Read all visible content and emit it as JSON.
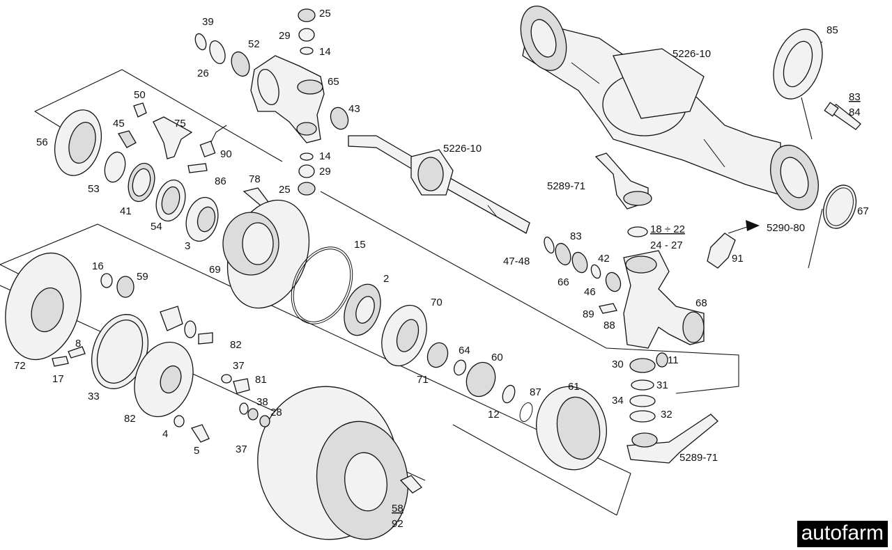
{
  "watermark": "autofarm",
  "labels": [
    {
      "id": "l39",
      "text": "39"
    },
    {
      "id": "l25a",
      "text": "25"
    },
    {
      "id": "l29a",
      "text": "29"
    },
    {
      "id": "l14a",
      "text": "14"
    },
    {
      "id": "l52",
      "text": "52"
    },
    {
      "id": "l26",
      "text": "26"
    },
    {
      "id": "l65",
      "text": "65"
    },
    {
      "id": "l43",
      "text": "43"
    },
    {
      "id": "l50",
      "text": "50"
    },
    {
      "id": "l75",
      "text": "75"
    },
    {
      "id": "l45",
      "text": "45"
    },
    {
      "id": "l56",
      "text": "56"
    },
    {
      "id": "l90",
      "text": "90"
    },
    {
      "id": "l14b",
      "text": "14"
    },
    {
      "id": "l29b",
      "text": "29"
    },
    {
      "id": "l25b",
      "text": "25"
    },
    {
      "id": "l53",
      "text": "53"
    },
    {
      "id": "l86",
      "text": "86"
    },
    {
      "id": "l78",
      "text": "78"
    },
    {
      "id": "l41",
      "text": "41"
    },
    {
      "id": "l54",
      "text": "54"
    },
    {
      "id": "l3",
      "text": "3"
    },
    {
      "id": "l69",
      "text": "69"
    },
    {
      "id": "l15",
      "text": "15"
    },
    {
      "id": "l2",
      "text": "2"
    },
    {
      "id": "l70",
      "text": "70"
    },
    {
      "id": "l16",
      "text": "16"
    },
    {
      "id": "l59",
      "text": "59"
    },
    {
      "id": "l72",
      "text": "72"
    },
    {
      "id": "l8",
      "text": "8"
    },
    {
      "id": "l17",
      "text": "17"
    },
    {
      "id": "l33",
      "text": "33"
    },
    {
      "id": "l82a",
      "text": "82"
    },
    {
      "id": "l37a",
      "text": "37"
    },
    {
      "id": "l81",
      "text": "81"
    },
    {
      "id": "l82b",
      "text": "82"
    },
    {
      "id": "l38",
      "text": "38"
    },
    {
      "id": "l28",
      "text": "28"
    },
    {
      "id": "l4",
      "text": "4"
    },
    {
      "id": "l5",
      "text": "5"
    },
    {
      "id": "l37b",
      "text": "37"
    },
    {
      "id": "l64",
      "text": "64"
    },
    {
      "id": "l71",
      "text": "71"
    },
    {
      "id": "l60",
      "text": "60"
    },
    {
      "id": "l87",
      "text": "87"
    },
    {
      "id": "l12",
      "text": "12"
    },
    {
      "id": "l61",
      "text": "61"
    },
    {
      "id": "l58",
      "text": "58"
    },
    {
      "id": "l92",
      "text": "92"
    },
    {
      "id": "l522610a",
      "text": "5226-10"
    },
    {
      "id": "l522610b",
      "text": "5226-10"
    },
    {
      "id": "l85",
      "text": "85"
    },
    {
      "id": "l83a",
      "text": "83"
    },
    {
      "id": "l84",
      "text": "84"
    },
    {
      "id": "l528971a",
      "text": "5289-71"
    },
    {
      "id": "l67",
      "text": "67"
    },
    {
      "id": "l529080",
      "text": "5290-80"
    },
    {
      "id": "l1822",
      "text": "18 ÷ 22"
    },
    {
      "id": "l2427",
      "text": "24 - 27"
    },
    {
      "id": "l4748",
      "text": "47-48"
    },
    {
      "id": "l83b",
      "text": "83"
    },
    {
      "id": "l42",
      "text": "42"
    },
    {
      "id": "l66",
      "text": "66"
    },
    {
      "id": "l46",
      "text": "46"
    },
    {
      "id": "l91",
      "text": "91"
    },
    {
      "id": "l68",
      "text": "68"
    },
    {
      "id": "l89",
      "text": "89"
    },
    {
      "id": "l88",
      "text": "88"
    },
    {
      "id": "l30",
      "text": "30"
    },
    {
      "id": "l11",
      "text": "11"
    },
    {
      "id": "l31",
      "text": "31"
    },
    {
      "id": "l34",
      "text": "34"
    },
    {
      "id": "l32",
      "text": "32"
    },
    {
      "id": "l528971b",
      "text": "5289-71"
    }
  ]
}
